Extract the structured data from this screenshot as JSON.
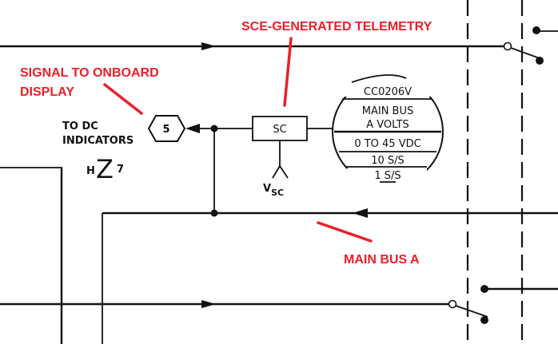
{
  "annotations": {
    "sce_generated_telemetry": "SCE-GENERATED TELEMETRY",
    "signal_to_onboard_line1": "SIGNAL TO ONBOARD",
    "signal_to_onboard_line2": "DISPLAY",
    "main_bus_a": "MAIN BUS A",
    "color": "#e8202a"
  },
  "labels": {
    "to_dc_line1": "TO DC",
    "to_dc_line2": "INDICATORS",
    "hex_connector": "5",
    "signal_conditioner": "SC",
    "vsc_main": "V",
    "vsc_sub": "SC",
    "z_ref_prefix": "H",
    "z_ref_letter": "Z",
    "z_ref_suffix": "7"
  },
  "measurement": {
    "id": "CC0206V",
    "name_line1": "MAIN BUS",
    "name_line2": "A VOLTS",
    "range": "0 TO 45 VDC",
    "rate_high": "10 S/S",
    "rate_low": "1 S/S"
  }
}
